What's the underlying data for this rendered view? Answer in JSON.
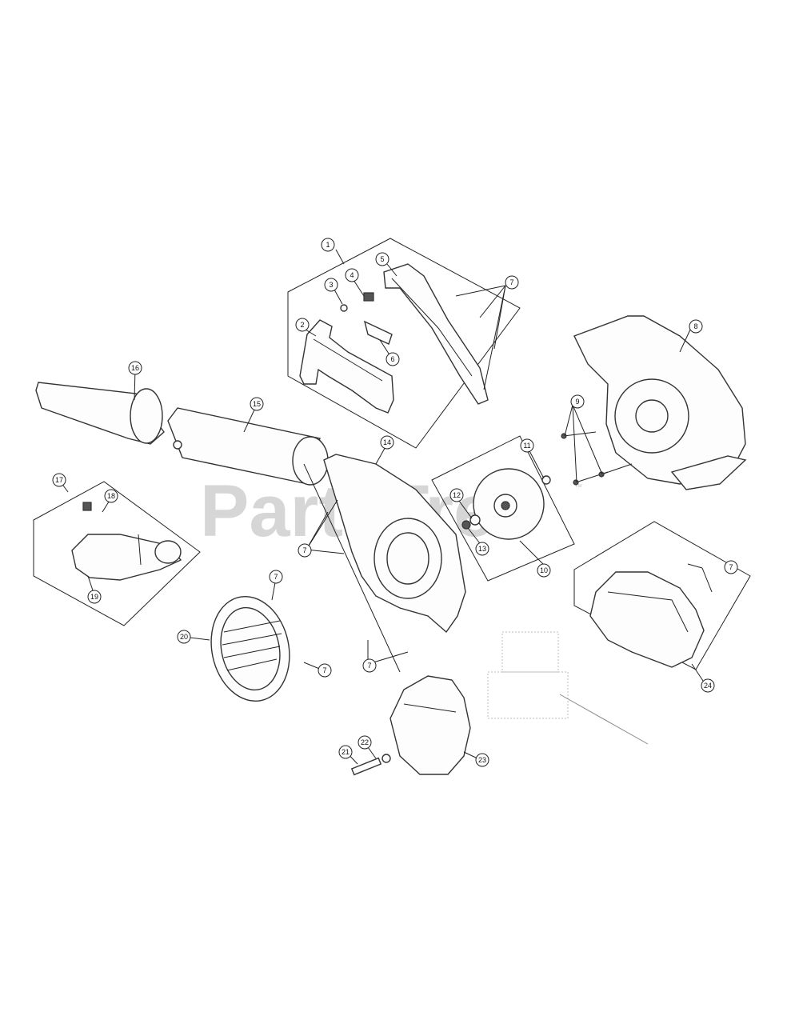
{
  "watermark": {
    "text": "PartsTree",
    "tm": "™"
  },
  "callouts": [
    "1",
    "2",
    "3",
    "4",
    "5",
    "6",
    "7",
    "8",
    "9",
    "10",
    "11",
    "12",
    "13",
    "14",
    "15",
    "16",
    "17",
    "18",
    "19",
    "20",
    "21",
    "22",
    "23",
    "24"
  ]
}
